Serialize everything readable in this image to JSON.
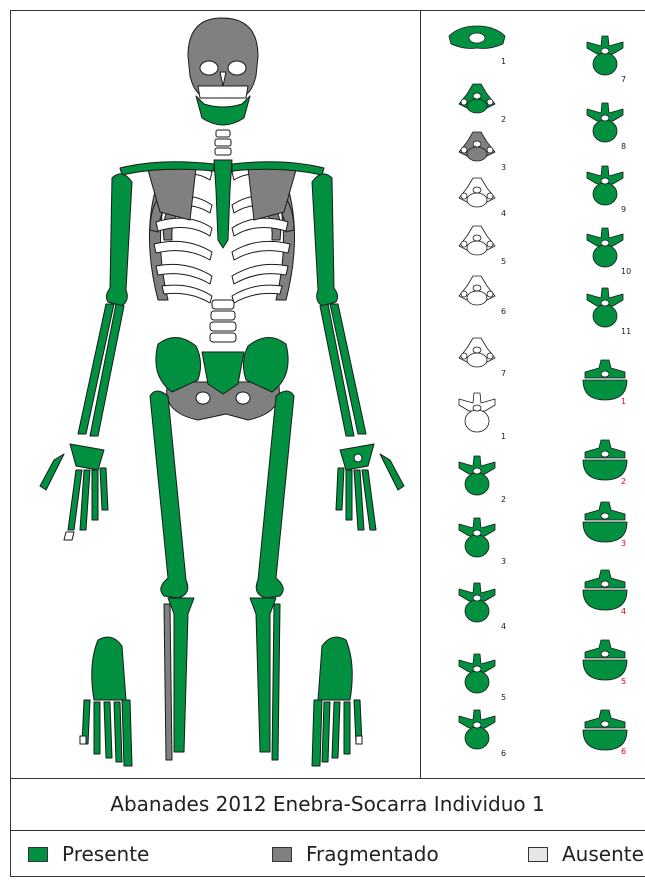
{
  "colors": {
    "present": "#009040",
    "fragment": "#808080",
    "absent": "#ffffff",
    "absent_swatch": "#e6e6e6",
    "outline": "#1a1a1a",
    "lumbar_label": "#e0001a"
  },
  "title": "Abanades 2012 Enebra-Socarra Individuo 1",
  "legend": {
    "present": "Presente",
    "fragment": "Fragmentado",
    "absent": "Ausente"
  },
  "vertebrae": {
    "col1": [
      {
        "n": "1",
        "state": "present",
        "kind": "atlas"
      },
      {
        "n": "2",
        "state": "present",
        "kind": "axis"
      },
      {
        "n": "3",
        "state": "fragment",
        "kind": "cervical"
      },
      {
        "n": "4",
        "state": "absent",
        "kind": "cervical"
      },
      {
        "n": "5",
        "state": "absent",
        "kind": "cervical"
      },
      {
        "n": "6",
        "state": "absent",
        "kind": "cervical"
      },
      {
        "n": "7",
        "state": "absent",
        "kind": "cervical"
      },
      {
        "n": "1",
        "state": "absent",
        "kind": "thoracic"
      },
      {
        "n": "2",
        "state": "present",
        "kind": "thoracic"
      },
      {
        "n": "3",
        "state": "present",
        "kind": "thoracic"
      },
      {
        "n": "4",
        "state": "present",
        "kind": "thoracic"
      },
      {
        "n": "5",
        "state": "present",
        "kind": "thoracic"
      },
      {
        "n": "6",
        "state": "present",
        "kind": "thoracic"
      }
    ],
    "col2": [
      {
        "n": "7",
        "state": "present",
        "kind": "thoracic"
      },
      {
        "n": "8",
        "state": "present",
        "kind": "thoracic"
      },
      {
        "n": "9",
        "state": "present",
        "kind": "thoracic"
      },
      {
        "n": "10",
        "state": "present",
        "kind": "thoracic"
      },
      {
        "n": "11",
        "state": "present",
        "kind": "thoracic"
      },
      {
        "n": "1",
        "state": "present",
        "kind": "lumbar"
      },
      {
        "n": "2",
        "state": "present",
        "kind": "lumbar"
      },
      {
        "n": "3",
        "state": "present",
        "kind": "lumbar"
      },
      {
        "n": "4",
        "state": "present",
        "kind": "lumbar"
      },
      {
        "n": "5",
        "state": "present",
        "kind": "lumbar"
      },
      {
        "n": "6",
        "state": "present",
        "kind": "lumbar"
      }
    ]
  }
}
